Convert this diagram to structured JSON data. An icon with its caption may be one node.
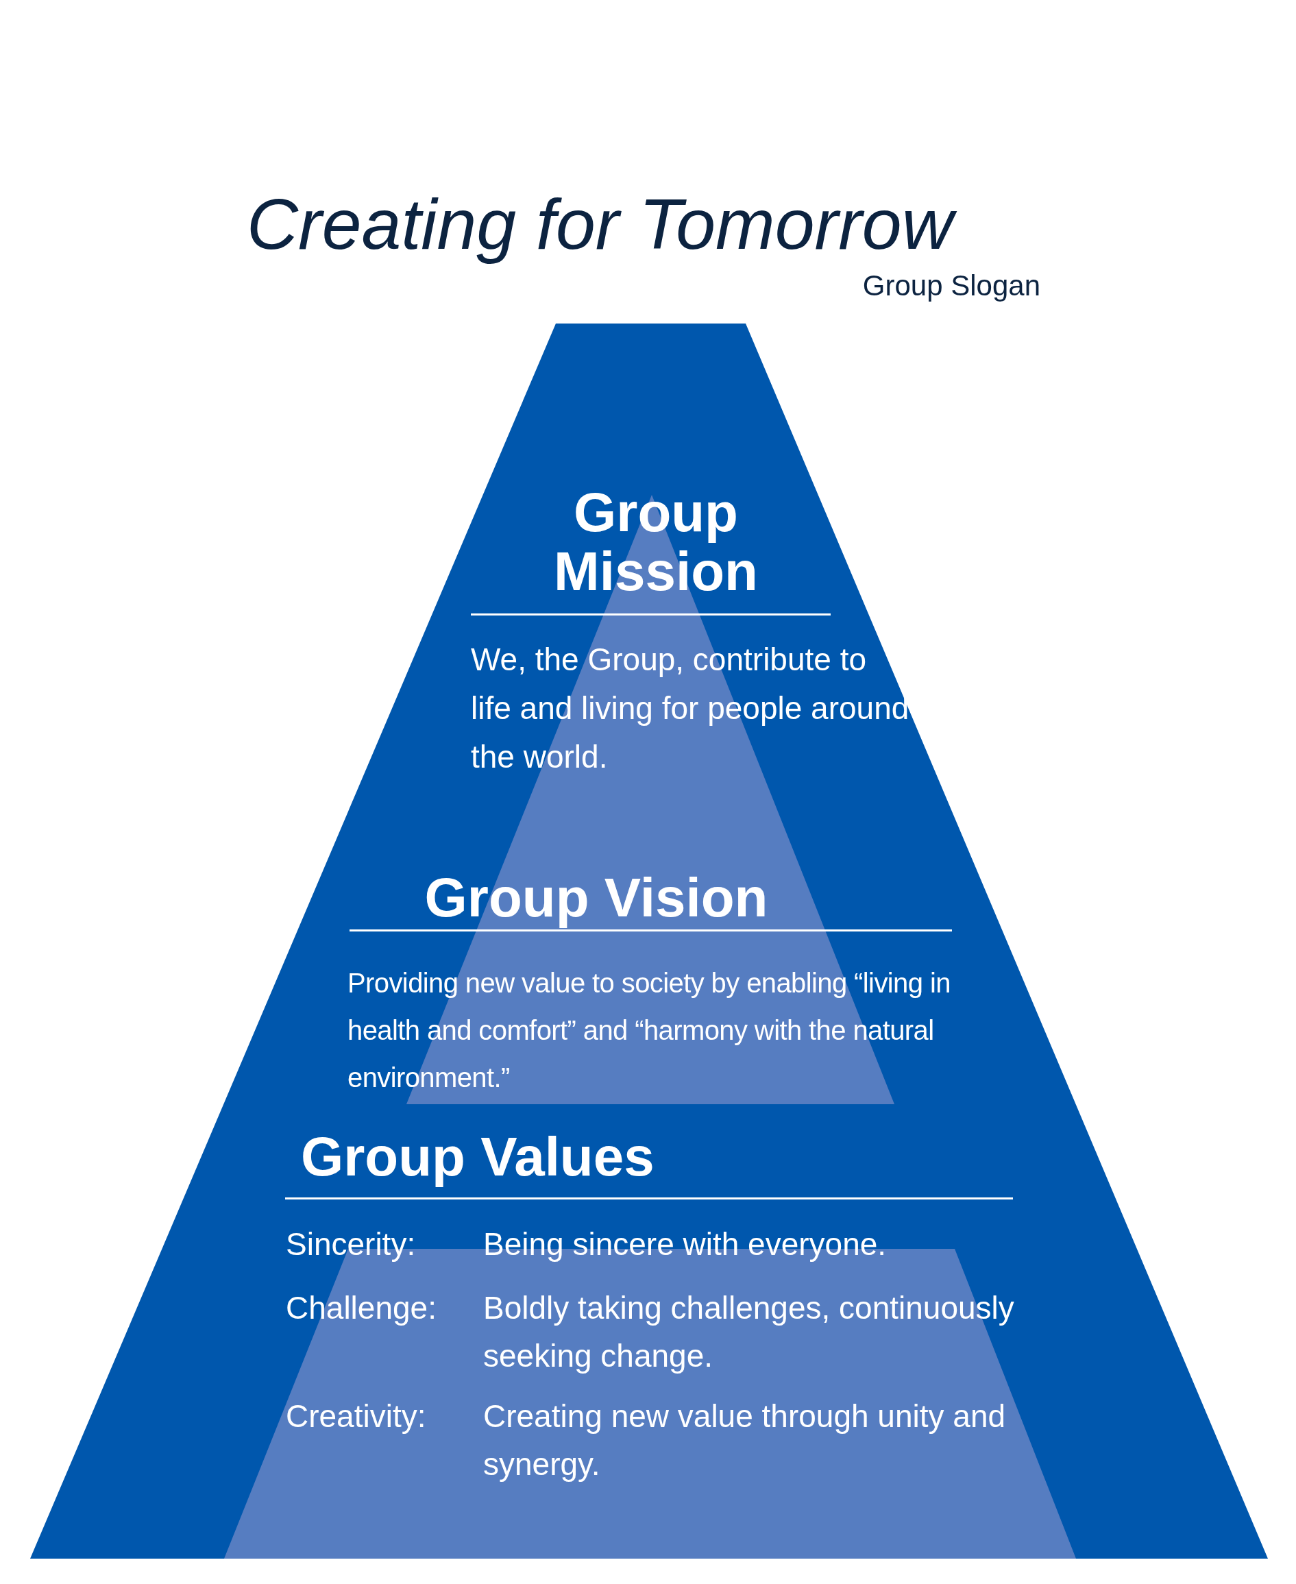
{
  "diagram": {
    "title": "Creating for Tomorrow",
    "nodes": [
      {
        "text": [
          "Group Mission",
          "We, the Group, contribute to life and living for people around the world."
        ]
      },
      {
        "text": [
          "Group Vision",
          "Providing new value to society by enabling “living in health and comfort” and “harmony with the natural environment.”"
        ]
      },
      {
        "text": [
          "Group Values",
          "Sincerity:",
          "Being sincere with everyone.",
          "Challenge:",
          "Boldly taking challenges, continuously seeking change.",
          "Creativity:",
          "Creating new value through unity and synergy."
        ]
      }
    ],
    "labels": [
      "Group Slogan"
    ]
  }
}
